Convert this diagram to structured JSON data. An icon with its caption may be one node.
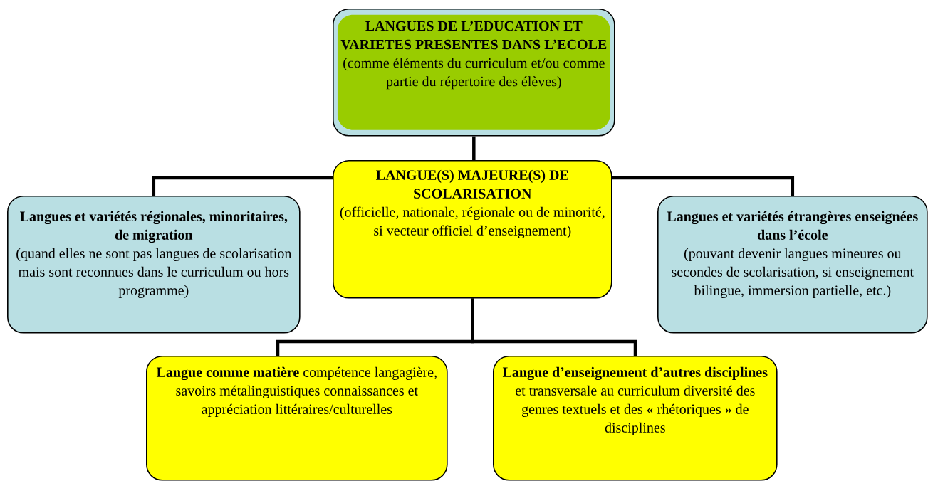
{
  "diagram": {
    "nodes": [
      {
        "text": [
          "LANGUES DE L’EDUCATION ET VARIETES PRESENTES DANS L’ECOLE",
          "(comme éléments du curriculum et/ou comme partie du répertoire des élèves)"
        ]
      },
      {
        "text": [
          "Langues et variétés régionales, minoritaires, de migration",
          "(quand elles ne sont pas langues de scolarisation mais sont reconnues dans le curriculum ou hors programme)"
        ]
      },
      {
        "text": [
          "LANGUE(S) MAJEURE(S) DE SCOLARISATION",
          "(officielle, nationale, régionale ou de minorité, si vecteur officiel d’enseignement)"
        ]
      },
      {
        "text": [
          "Langues et variétés étrangères enseignées dans l’école",
          "(pouvant devenir langues mineures ou secondes de scolarisation, si enseignement bilingue, immersion partielle, etc.)"
        ]
      },
      {
        "text": [
          "**Langue comme matière** compétence langagière, savoirs métalinguistiques connaissances et appréciation littéraires/culturelles"
        ]
      },
      {
        "text": [
          "Langue d’enseignement d’autres disciplines",
          "et transversale au curriculum diversité des genres textuels et des « rhétoriques » de disciplines"
        ]
      }
    ],
    "edges": [
      {
        "from": 0,
        "to": 2,
        "arrow": "none"
      },
      {
        "from": 2,
        "to": 1,
        "arrow": "none"
      },
      {
        "from": 2,
        "to": 3,
        "arrow": "none"
      },
      {
        "from": 2,
        "to": 4,
        "arrow": "none"
      },
      {
        "from": 2,
        "to": 5,
        "arrow": "none"
      }
    ]
  }
}
